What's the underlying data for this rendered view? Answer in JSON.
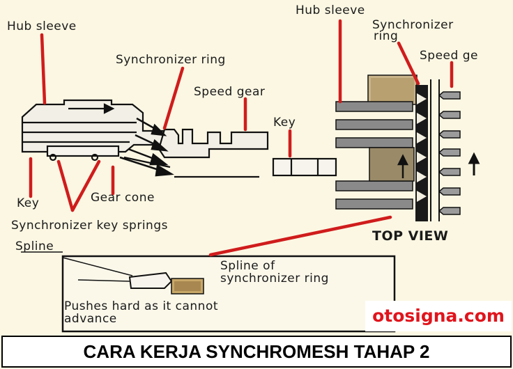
{
  "labels": {
    "hub_sleeve_left": "Hub sleeve",
    "hub_sleeve_right": "Hub sleeve",
    "synchronizer_ring_left": "Synchronizer ring",
    "synchronizer_right_line1": "Synchronizer",
    "synchronizer_right_line2": "ring",
    "speed_gear_left": "Speed gear",
    "speed_gear_right": "Speed ge",
    "key_left": "Key",
    "key_right": "Key",
    "gear_cone": "Gear cone",
    "synchronizer_key_springs": "Synchronizer key springs",
    "spline": "Spline",
    "top_view": "TOP VIEW",
    "spline_of_ring_line1": "Spline of",
    "spline_of_ring_line2": "synchronizer ring",
    "pushes_line1": "Pushes hard as it cannot",
    "pushes_line2": "advance"
  },
  "watermark": "otosigna.com",
  "caption": "CARA KERJA SYNCHROMESH TAHAP 2",
  "colors": {
    "pointer_red": "#d01c1c",
    "watermark_red": "#e0141c",
    "background": "#fbf7e3"
  }
}
